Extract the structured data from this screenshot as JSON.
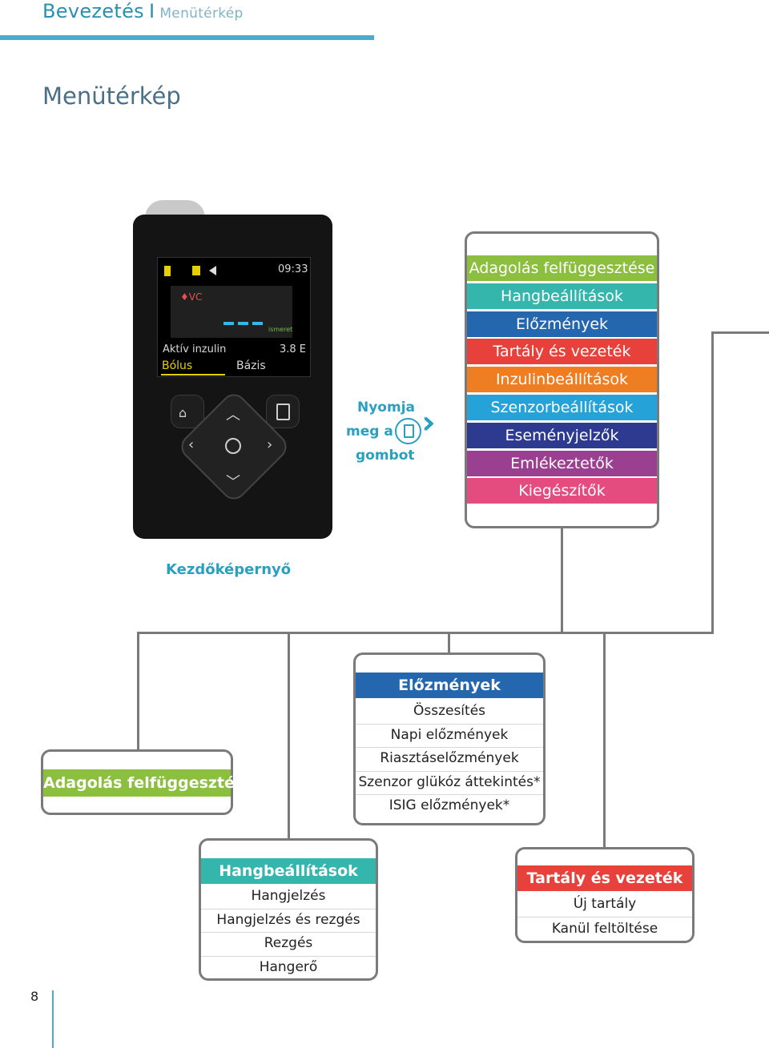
{
  "header": {
    "section": "Bevezetés",
    "separator": "I",
    "subsection": "Menütérkép"
  },
  "page_title": "Menütérkép",
  "device": {
    "time": "09:33",
    "cgm_label": "♦VC",
    "trend_label": "ismeret",
    "active_insulin_label": "Aktív inzulin",
    "active_insulin_value": "3.8 E",
    "bolus_label": "Bólus",
    "basal_label": "Bázis"
  },
  "home_caption": "Kezdőképernyő",
  "press_hint": {
    "line1": "Nyomja",
    "line2": "meg a",
    "line3": "gombot"
  },
  "main_menu": {
    "items": [
      {
        "label": "Adagolás felfüggesztése",
        "color": "#8cbe3f"
      },
      {
        "label": "Hangbeállítások",
        "color": "#35b6ad"
      },
      {
        "label": "Előzmények",
        "color": "#2567ae"
      },
      {
        "label": "Tartály és vezeték",
        "color": "#e8413c"
      },
      {
        "label": "Inzulinbeállítások",
        "color": "#ef7d22"
      },
      {
        "label": "Szenzorbeállítások",
        "color": "#25a3d8"
      },
      {
        "label": "Eseményjelzők",
        "color": "#2d3a8f"
      },
      {
        "label": "Emlékeztetők",
        "color": "#9b3f91"
      },
      {
        "label": "Kiegészítők",
        "color": "#e44c80"
      }
    ]
  },
  "suspend_box": {
    "title": "Adagolás felfüggesztése",
    "color": "#8cbe3f"
  },
  "history_box": {
    "title": "Előzmények",
    "color": "#2567ae",
    "items": [
      "Összesítés",
      "Napi előzmények",
      "Riasztáselőzmények",
      "Szenzor glükóz áttekintés*",
      "ISIG előzmények*"
    ]
  },
  "sound_box": {
    "title": "Hangbeállítások",
    "color": "#35b6ad",
    "items": [
      "Hangjelzés",
      "Hangjelzés és rezgés",
      "Rezgés",
      "Hangerő"
    ]
  },
  "reservoir_box": {
    "title": "Tartály és vezeték",
    "color": "#e8413c",
    "items": [
      "Új tartály",
      "Kanül feltöltése"
    ]
  },
  "page_number": "8"
}
